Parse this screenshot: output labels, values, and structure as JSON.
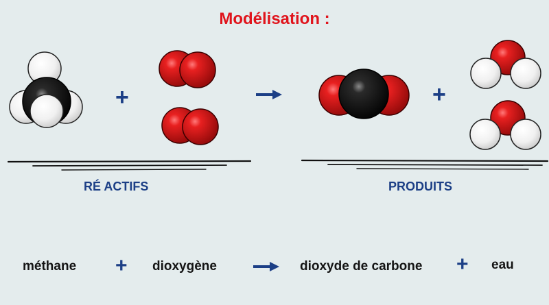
{
  "title": "Modélisation :",
  "sections": {
    "reactants": "RÉ ACTIFS",
    "products": "PRODUITS"
  },
  "equation": {
    "methane": "méthane",
    "plus": "+",
    "dioxygen": "dioxygène",
    "carbon_dioxide": "dioxyde de carbone",
    "water": "eau"
  },
  "colors": {
    "title": "#e0141c",
    "labels": "#1c3f86",
    "oxygen": "#d81818",
    "carbon": "#111111",
    "hydrogen": "#f4f4f4",
    "arrow": "#1c3f86"
  }
}
